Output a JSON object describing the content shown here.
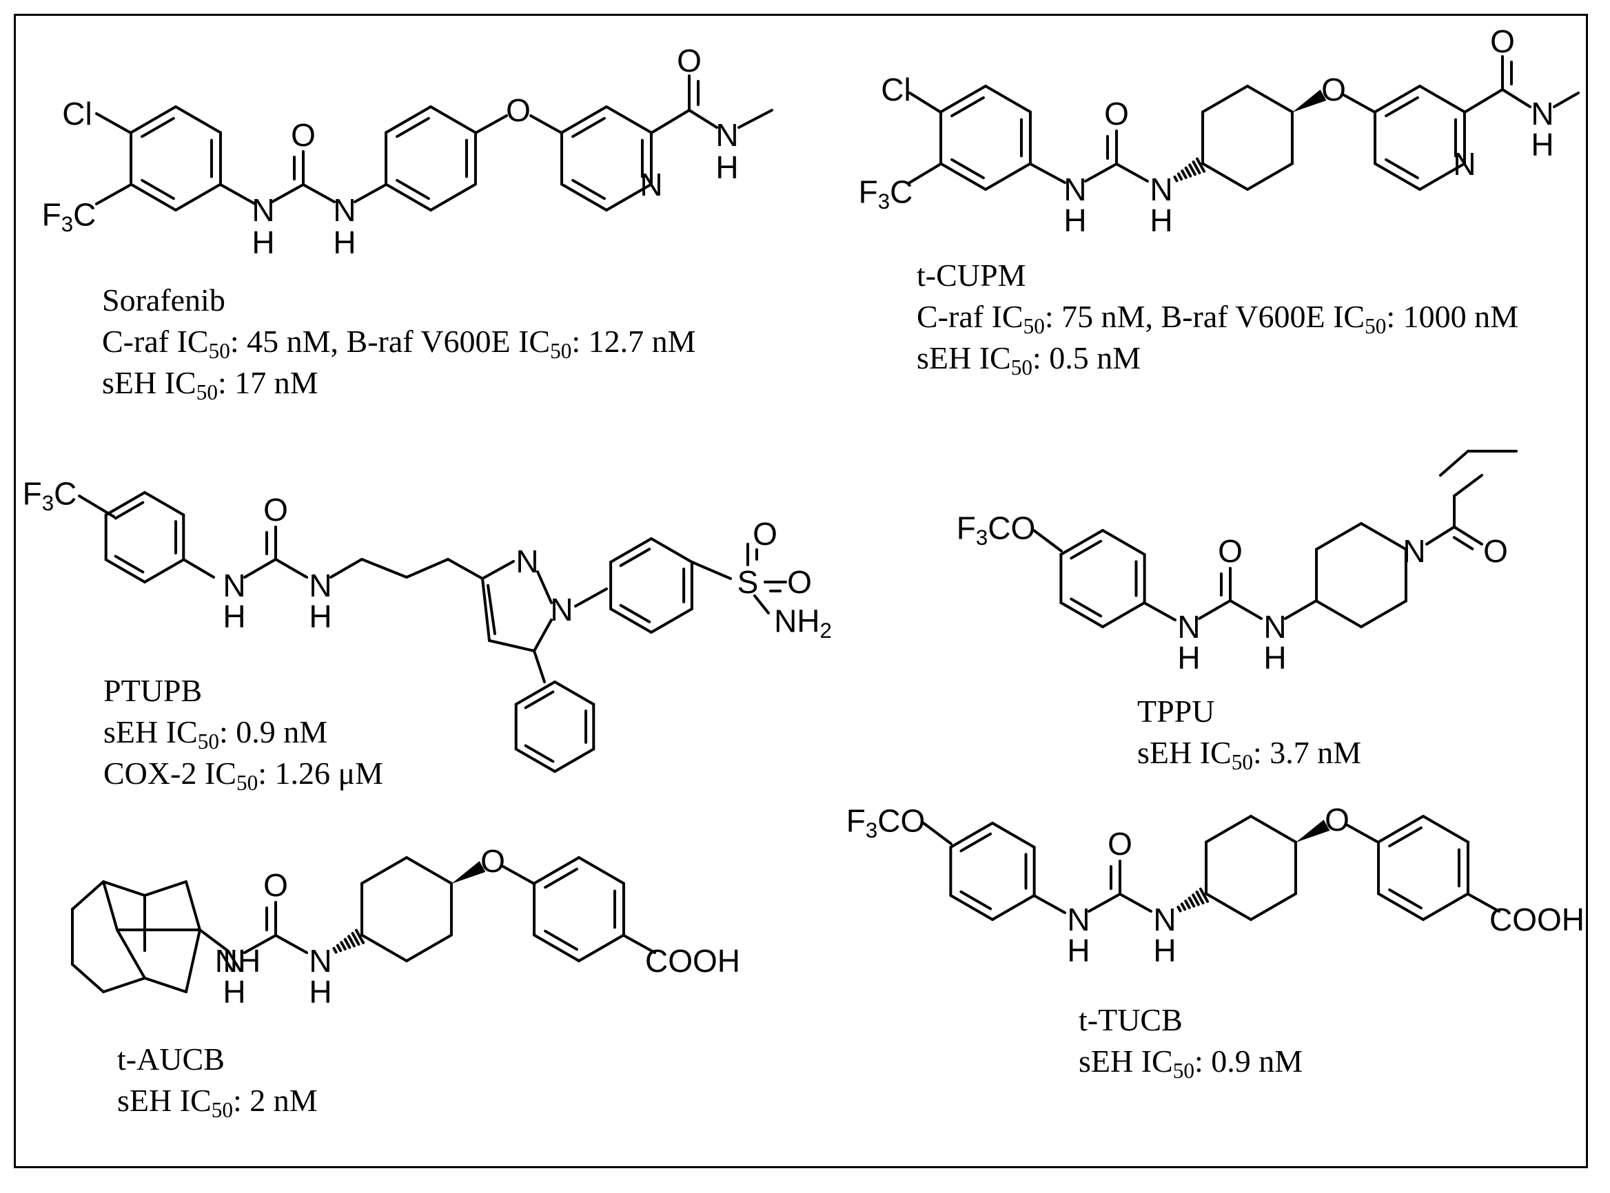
{
  "compounds": [
    {
      "name": "Sorafenib",
      "activity": [
        "C-raf IC50: 45 nM, B-raf V600E IC50: 12.7 nM",
        "sEH IC50: 17 nM"
      ]
    },
    {
      "name": "t-CUPM",
      "activity": [
        "C-raf IC50: 75 nM, B-raf V600E IC50: 1000 nM",
        "sEH IC50: 0.5 nM"
      ]
    },
    {
      "name": "PTUPB",
      "activity": [
        "sEH IC50: 0.9 nM",
        "COX-2 IC50: 1.26 μM"
      ]
    },
    {
      "name": "TPPU",
      "activity": [
        "sEH IC50: 3.7 nM"
      ]
    },
    {
      "name": "t-AUCB",
      "activity": [
        "sEH IC50: 2 nM"
      ]
    },
    {
      "name": "t-TUCB",
      "activity": [
        "sEH IC50: 0.9 nM"
      ]
    }
  ],
  "atom_labels": {
    "cl": "Cl",
    "f3c": "F3C",
    "f3co": "F3CO",
    "cf3": "F3C",
    "o": "O",
    "n": "N",
    "h": "H",
    "nh": "NH",
    "nh2": "NH2",
    "s": "S",
    "cooh": "COOH"
  }
}
